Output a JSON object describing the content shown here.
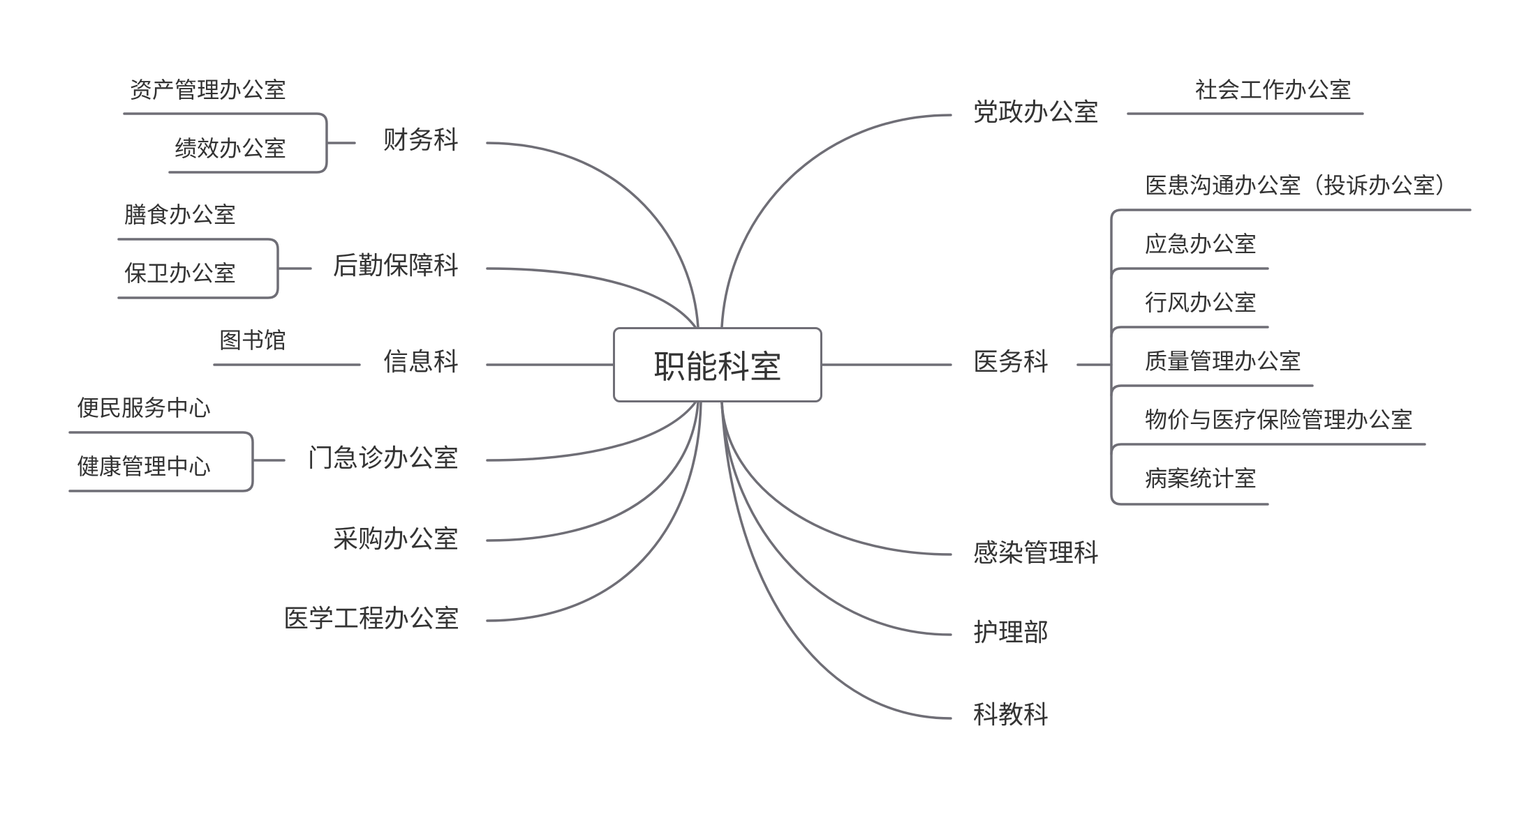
{
  "center": {
    "label": "职能科室"
  },
  "left_branches": [
    {
      "label": "财务科",
      "children": [
        "资产管理办公室",
        "绩效办公室"
      ]
    },
    {
      "label": "后勤保障科",
      "children": [
        "膳食办公室",
        "保卫办公室"
      ]
    },
    {
      "label": "信息科",
      "children": [
        "图书馆"
      ]
    },
    {
      "label": "门急诊办公室",
      "children": [
        "便民服务中心",
        "健康管理中心"
      ]
    },
    {
      "label": "采购办公室",
      "children": []
    },
    {
      "label": "医学工程办公室",
      "children": []
    }
  ],
  "right_branches": [
    {
      "label": "党政办公室",
      "children": [
        "社会工作办公室"
      ]
    },
    {
      "label": "医务科",
      "children": [
        "医患沟通办公室（投诉办公室）",
        "应急办公室",
        "行风办公室",
        "质量管理办公室",
        "物价与医疗保险管理办公室",
        "病案统计室"
      ]
    },
    {
      "label": "感染管理科",
      "children": []
    },
    {
      "label": "护理部",
      "children": []
    },
    {
      "label": "科教科",
      "children": []
    }
  ],
  "colors": {
    "line": "#6f6e76",
    "text": "#333333"
  }
}
